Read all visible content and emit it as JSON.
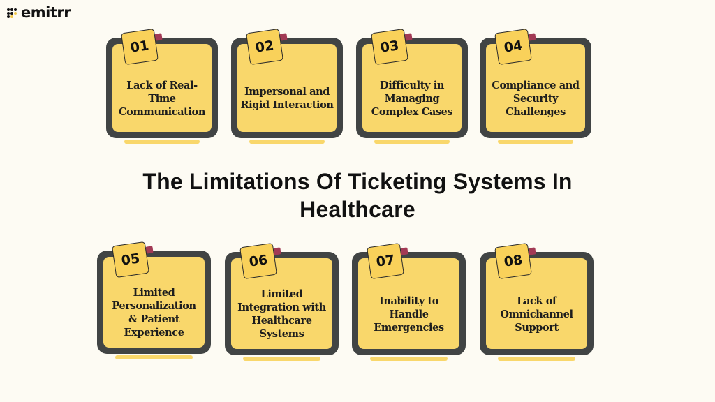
{
  "brand": {
    "name": "emitrr",
    "logo_icon": "dot-grid-icon",
    "accent": "#f2c94c"
  },
  "title": {
    "line1": "The Limitations Of Ticketing Systems In",
    "line2": "Healthcare"
  },
  "colors": {
    "background": "#fdfbf3",
    "card_fill": "#f9d76b",
    "card_frame": "#414444",
    "badge_fill": "#f9d15a"
  },
  "cards": [
    {
      "number": "01",
      "label": "Lack of Real-Time Communication"
    },
    {
      "number": "02",
      "label": "Impersonal and Rigid Interaction"
    },
    {
      "number": "03",
      "label": "Difficulty in Managing Complex Cases"
    },
    {
      "number": "04",
      "label": "Compliance and Security Challenges"
    },
    {
      "number": "05",
      "label": "Limited Personalization & Patient Experience"
    },
    {
      "number": "06",
      "label": "Limited Integration with Healthcare Systems"
    },
    {
      "number": "07",
      "label": "Inability to Handle Emergencies"
    },
    {
      "number": "08",
      "label": "Lack of Omnichannel Support"
    }
  ]
}
